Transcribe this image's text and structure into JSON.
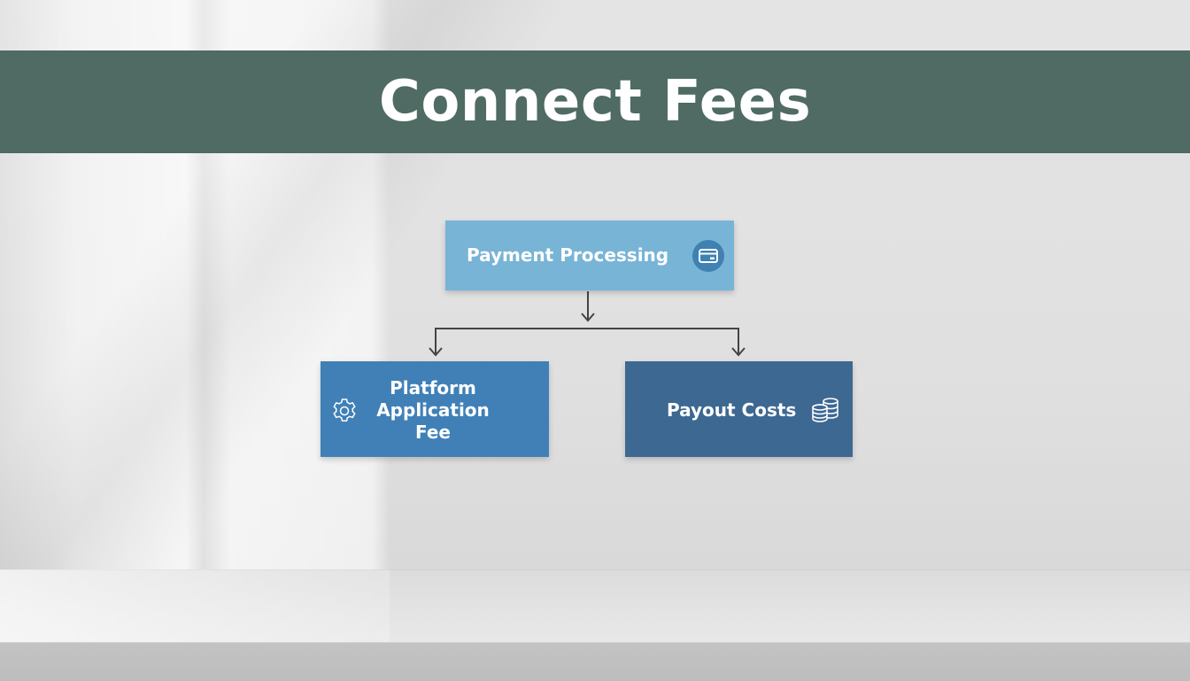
{
  "title": "Connect Fees",
  "diagram": {
    "root": {
      "label": "Payment Processing",
      "icon": "credit-card-icon",
      "color": "#78b4d6"
    },
    "children": [
      {
        "label": "Platform Application Fee",
        "label_lines": [
          "Platform",
          "Application",
          "Fee"
        ],
        "icon": "gear-icon",
        "color": "#4080b7"
      },
      {
        "label": "Payout Costs",
        "icon": "coins-icon",
        "color": "#3d6892"
      }
    ]
  },
  "colors": {
    "banner": "#4f6b63",
    "connector": "#444444"
  }
}
